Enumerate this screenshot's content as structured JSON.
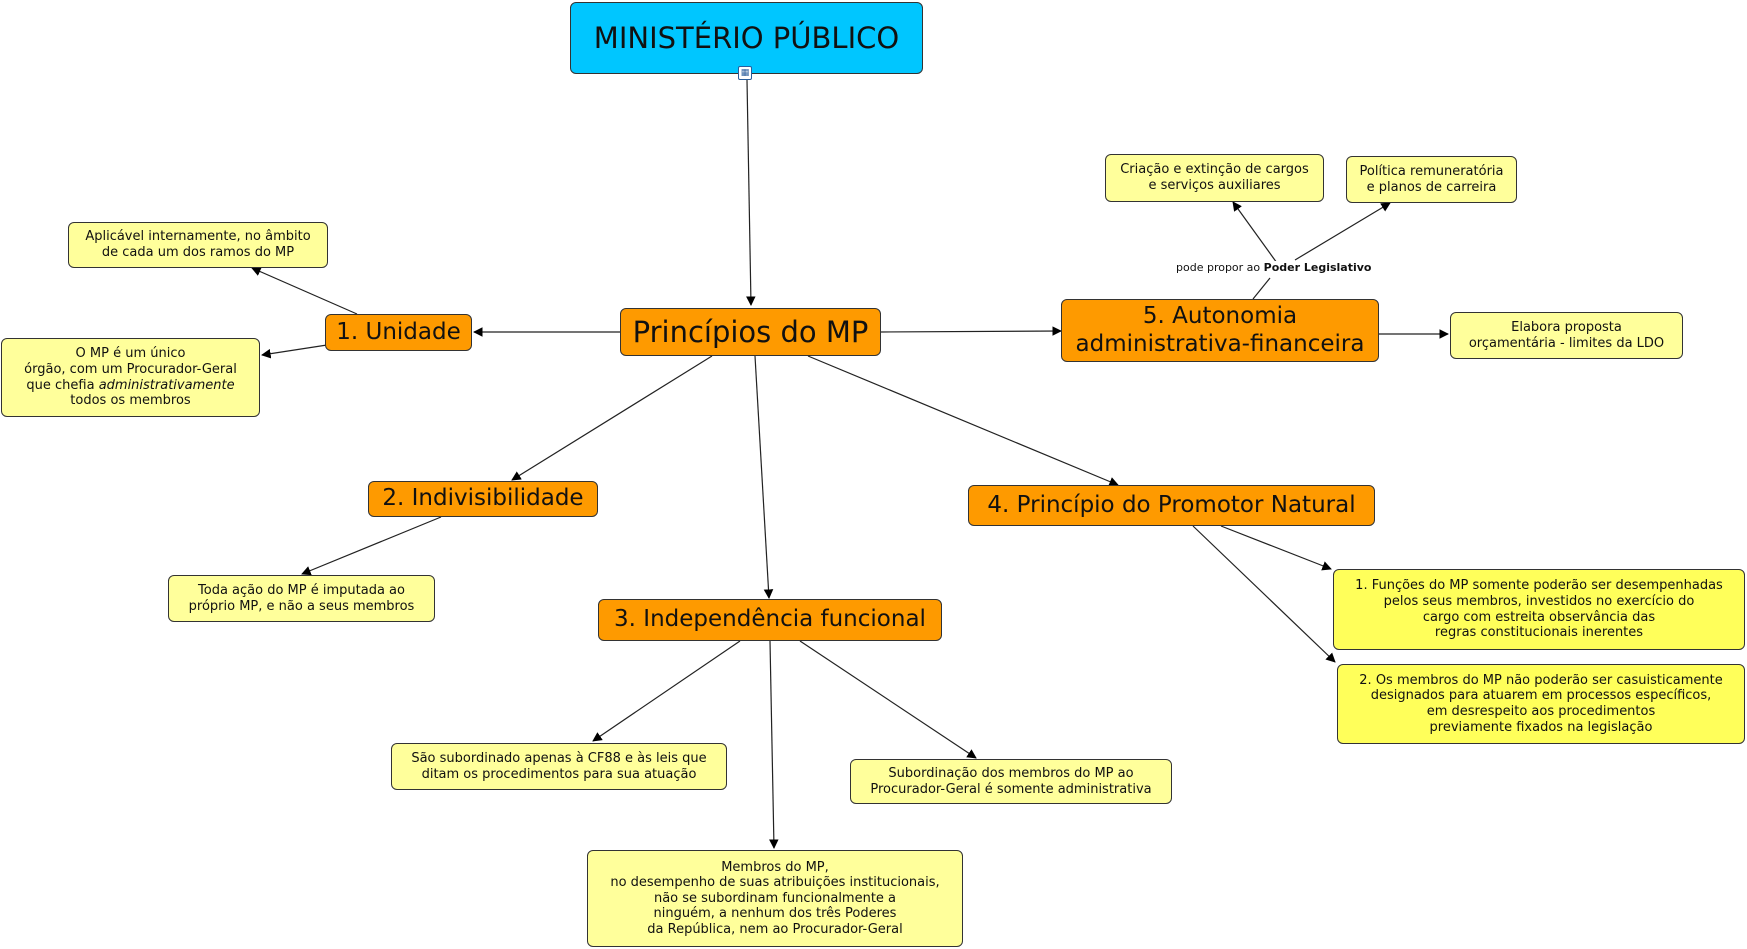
{
  "root": {
    "label": "MINISTÉRIO PÚBLICO",
    "icon": "concept-map-link-icon"
  },
  "main": {
    "label": "Princípios do MP"
  },
  "categories": {
    "unidade": "1. Unidade",
    "indivisibilidade": "2. Indivisibilidade",
    "independencia": "3. Independência funcional",
    "promotor": "4. Princípio do Promotor Natural",
    "autonomia": "5. Autonomia\nadministrativa-financeira"
  },
  "leaves": {
    "unidade_ambito": "Aplicável internamente, no âmbito\nde cada um dos ramos do MP",
    "unidade_orgao_a": "O MP é um único\nórgão, com um Procurador-Geral\nque chefia ",
    "unidade_orgao_em": "administrativamente",
    "unidade_orgao_b": "\ntodos os membros",
    "indiv_acao": "Toda ação do MP é imputada ao\npróprio MP, e não a seus membros",
    "indep_cf88": "São subordinado apenas à CF88 e às leis que\nditam os procedimentos para sua atuação",
    "indep_membros": "Membros do MP,\nno desempenho de suas atribuições institucionais,\nnão se subordinam funcionalmente a\nninguém, a nenhum dos três Poderes\nda República, nem ao Procurador-Geral",
    "indep_subord": "Subordinação dos membros do MP ao\nProcurador-Geral é somente administrativa",
    "promotor_1": "1. Funções do MP somente poderão ser desempenhadas\npelos seus membros, investidos no exercício do\ncargo com estreita observância das\nregras constitucionais inerentes",
    "promotor_2": "2. Os membros do MP não poderão ser casuisticamente\ndesignados para atuarem em processos específicos,\nem desrespeito aos procedimentos\npreviamente fixados na legislação",
    "auto_cargos": "Criação e extinção de cargos\ne serviços auxiliares",
    "auto_politica": "Política remuneratória\ne planos de carreira",
    "auto_proposta": "Elabora proposta\norçamentária - limites da LDO"
  },
  "link_label": {
    "prefix": "pode propor ao ",
    "bold": "Poder Legislativo"
  },
  "colors": {
    "root": "#00c6ff",
    "category": "#fe9a00",
    "leaf": "#ffff9b",
    "leaf_bright": "#ffff5a"
  }
}
